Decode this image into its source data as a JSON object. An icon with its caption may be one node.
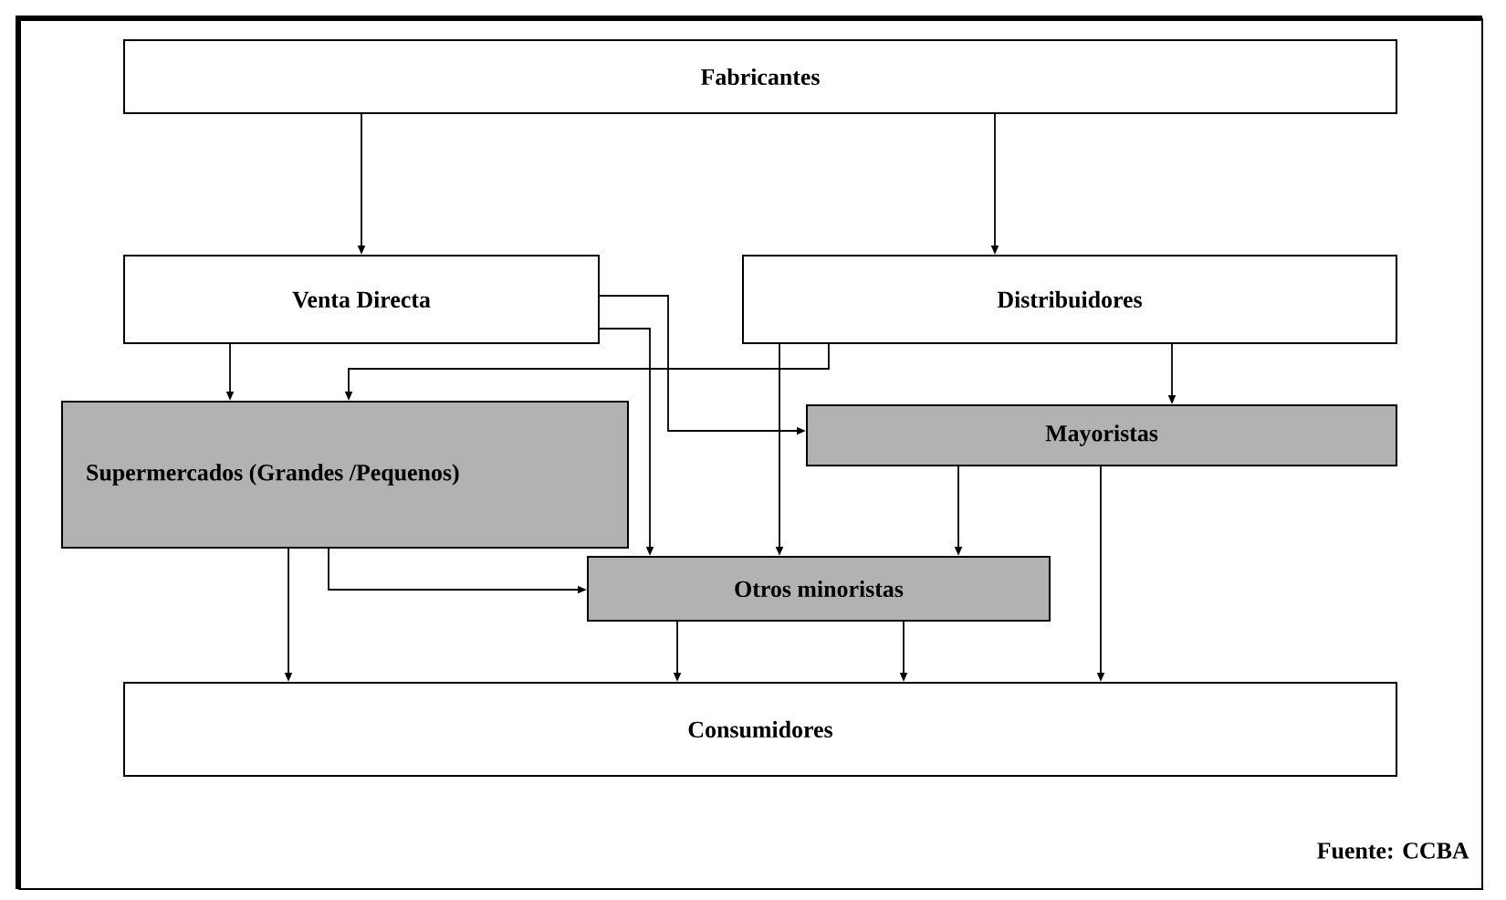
{
  "diagram": {
    "nodes": [
      {
        "text": [
          "Fabricantes"
        ]
      },
      {
        "text": [
          "Venta Directa"
        ]
      },
      {
        "text": [
          "Distribuidores"
        ]
      },
      {
        "text": [
          "Supermercados (Grandes /Pequenos)"
        ]
      },
      {
        "text": [
          "Mayoristas"
        ]
      },
      {
        "text": [
          "Otros minoristas"
        ]
      },
      {
        "text": [
          "Consumidores"
        ]
      }
    ],
    "edges": [
      {
        "from": 0,
        "to": 1,
        "arrow": "to"
      },
      {
        "from": 0,
        "to": 2,
        "arrow": "to"
      },
      {
        "from": 1,
        "to": 3,
        "arrow": "to"
      },
      {
        "from": 1,
        "to": 4,
        "arrow": "to"
      },
      {
        "from": 1,
        "to": 5,
        "arrow": "to"
      },
      {
        "from": 2,
        "to": 3,
        "arrow": "to"
      },
      {
        "from": 2,
        "to": 4,
        "arrow": "to"
      },
      {
        "from": 2,
        "to": 5,
        "arrow": "to"
      },
      {
        "from": 3,
        "to": 5,
        "arrow": "to"
      },
      {
        "from": 3,
        "to": 6,
        "arrow": "to"
      },
      {
        "from": 4,
        "to": 5,
        "arrow": "to"
      },
      {
        "from": 4,
        "to": 6,
        "arrow": "to"
      },
      {
        "from": 5,
        "to": 6,
        "arrow": "to"
      },
      {
        "from": 5,
        "to": 6,
        "arrow": "to"
      }
    ],
    "labels": [
      "Fuente: CCBA"
    ]
  }
}
